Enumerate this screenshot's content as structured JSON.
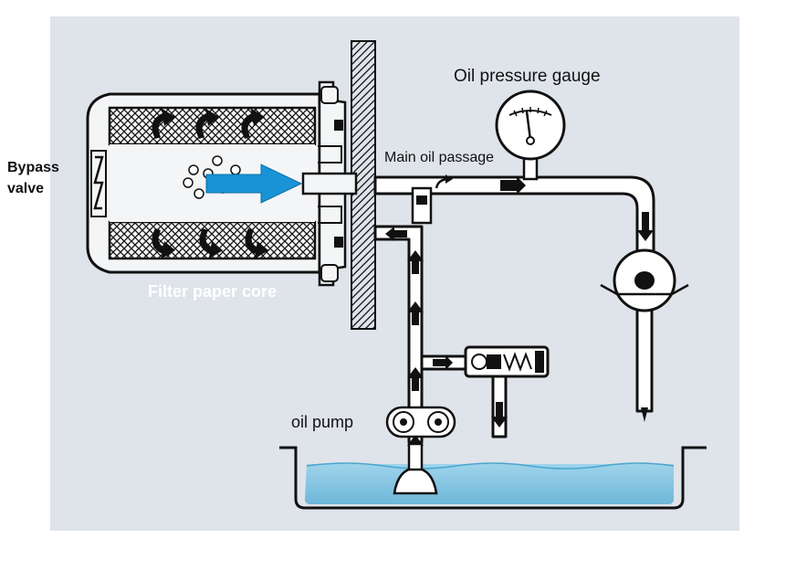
{
  "labels": {
    "gauge": "Oil pressure gauge",
    "main_passage": "Main oil passage",
    "bypass_line1": "Bypass",
    "bypass_line2": "valve",
    "filter_core": "Filter paper core",
    "pump": "oil pump"
  },
  "colors": {
    "background": "#dfe3ea",
    "oil": "#7ec3e0",
    "arrow_blue": "#1a93d6",
    "outline": "#111111",
    "pipe_fill": "#ffffff"
  },
  "icons": [
    "pressure-gauge-icon",
    "oil-filter-icon",
    "gear-pump-icon",
    "check-valve-icon",
    "relief-valve-icon",
    "oil-pan-icon",
    "flow-arrow-icon"
  ]
}
